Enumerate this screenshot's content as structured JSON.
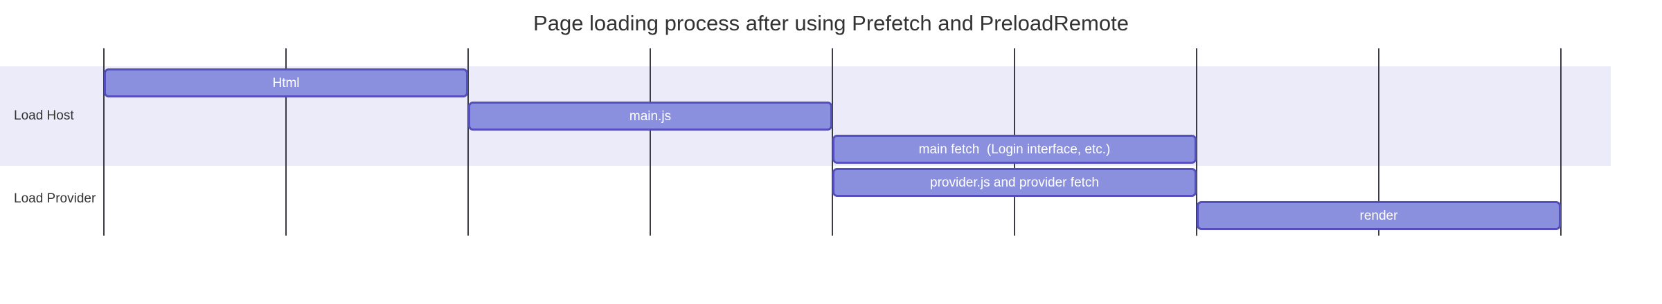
{
  "title": "Page loading process after using Prefetch and PreloadRemote",
  "chart_data": {
    "type": "gantt",
    "title": "Page loading process after using Prefetch and PreloadRemote",
    "xlim": [
      0,
      8
    ],
    "gridlines_at": [
      0,
      1,
      2,
      3,
      4,
      5,
      6,
      7,
      8
    ],
    "axis_tick_labels": "none",
    "legend": "none",
    "grid": true,
    "sections": [
      {
        "name": "Load Host",
        "tasks": [
          {
            "label": "Html",
            "start": 0,
            "end": 2
          },
          {
            "label": "main.js",
            "start": 2,
            "end": 4
          },
          {
            "label": "main fetch  (Login interface, etc.)",
            "start": 4,
            "end": 6
          }
        ]
      },
      {
        "name": "Load Provider",
        "tasks": [
          {
            "label": "provider.js and provider fetch",
            "start": 4,
            "end": 6
          },
          {
            "label": "render",
            "start": 6,
            "end": 8
          }
        ]
      }
    ],
    "colors": {
      "task_fill": "#8a90dd",
      "task_border": "#534fbc",
      "task_text": "#ffffff",
      "section_band_even": "#ebebfa",
      "section_band_odd": "transparent",
      "gridline": "#3b3b45",
      "title_text": "#333333",
      "section_text": "#333333",
      "background": "#ffffff"
    }
  }
}
